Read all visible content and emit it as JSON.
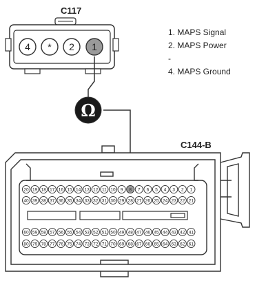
{
  "connector_top": {
    "label": "C117",
    "pins": [
      "4",
      "*",
      "2",
      "1"
    ]
  },
  "legend": [
    "1. MAPS Signal",
    "2. MAPS Power",
    "-",
    "4. MAPS Ground"
  ],
  "meter": {
    "symbol": "Ω"
  },
  "connector_bottom": {
    "label": "C144-B",
    "row1": [
      "20",
      "19",
      "18",
      "17",
      "16",
      "15",
      "14",
      "13",
      "12",
      "11",
      "10",
      "9",
      "8",
      "7",
      "6",
      "5",
      "4",
      "3",
      "2",
      "1"
    ],
    "row2": [
      "40",
      "39",
      "38",
      "37",
      "36",
      "35",
      "34",
      "33",
      "32",
      "31",
      "30",
      "29",
      "28",
      "27",
      "26",
      "25",
      "24",
      "23",
      "22",
      "21"
    ],
    "row3": [
      "60",
      "59",
      "58",
      "57",
      "56",
      "55",
      "54",
      "53",
      "52",
      "51",
      "50",
      "49",
      "48",
      "47",
      "46",
      "45",
      "44",
      "43",
      "42",
      "41"
    ],
    "row4": [
      "80",
      "79",
      "78",
      "77",
      "76",
      "75",
      "74",
      "73",
      "72",
      "71",
      "70",
      "69",
      "68",
      "67",
      "66",
      "65",
      "64",
      "63",
      "62",
      "61"
    ],
    "highlighted_pin": "8"
  },
  "colors": {
    "line": "#333333",
    "pin_fill": "#ffffff",
    "highlight_fill": "#9a9a9a",
    "meter_fill": "#1a1a1a",
    "meter_text": "#ffffff"
  }
}
